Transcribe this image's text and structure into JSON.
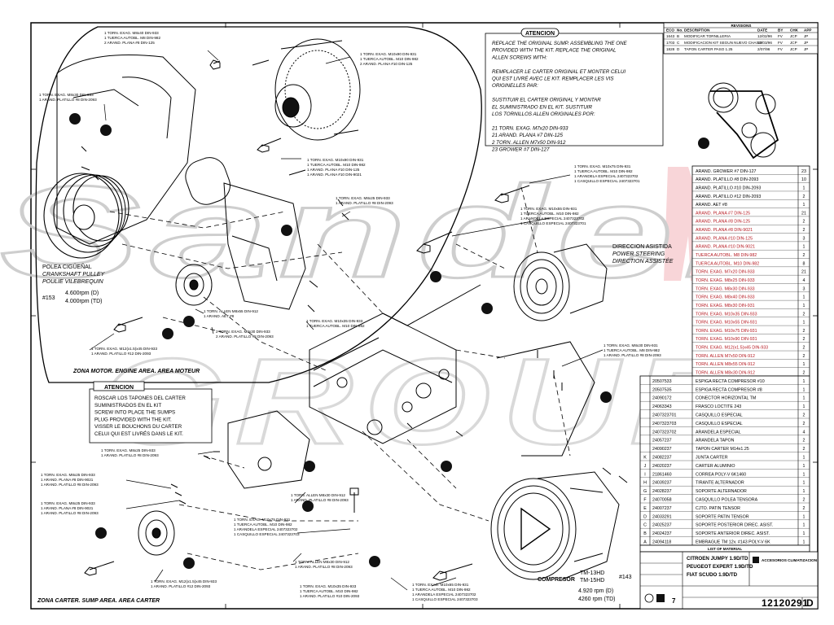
{
  "header_note": {
    "title": "ATENCION",
    "lines": [
      "REPLACE THE ORIGINAL SUMP. ASSEMBLING THE ONE",
      "PROVIDED WITH THE KIT. REPLACE THE ORIGINAL",
      "ALLEN SCREWS WITH:",
      "",
      "REMPLACER LE CARTER ORIGINAL ET MONTER CELUI",
      "QUI EST LIVRÉ AVEC LE KIT. REMPLACER LES VIS",
      "ORIGINELLES PAR:",
      "",
      "SUSTITUIR EL CARTER ORIGINAL Y MONTAR",
      "EL SUMINISTRADO EN EL KIT. SUSTITUIR",
      "LOS TORNILLOS ALLEN ORIGINALES POR:",
      "",
      "21 TORN. EXAG. M7x20 DIN-933",
      "21 ARAND. PLANA #7 DIN-125",
      "2 TORN. ALLEN M7x50 DIN-912",
      "23 GROWER #7 DIN-127"
    ]
  },
  "revisions": {
    "title": "REVISIONS",
    "headers": [
      "ECO",
      "No.",
      "DESCRIPTION",
      "DATE",
      "BY",
      "CHK",
      "APP"
    ],
    "rows": [
      [
        "1643",
        "B",
        "MODIFICAR TORNILLERIA",
        "12/02/96",
        "FV",
        "JCP",
        "JP"
      ],
      [
        "1703",
        "C",
        "MODIFICACION KIT SEGUN NUEVO CHASIS",
        "12/03/96",
        "FV",
        "JCP",
        "JP"
      ],
      [
        "1828",
        "D",
        "TAPON CARTER PASO 1.25",
        "2/07/96",
        "FV",
        "JCP",
        "JP"
      ]
    ]
  },
  "labels": {
    "engine_area": "ZONA MOTOR.   ENGINE AREA.   AREA MOTEUR",
    "sump_area": "ZONA CARTER.   SUMP AREA.   AREA CARTER",
    "compresor": "COMPRESOR",
    "power_steering": [
      "DIRECCION ASISTIDA",
      "POWER STEERING",
      "DIRECTION ASSISTÉE"
    ],
    "pulley": [
      "POLEA CIGÜEÑAL",
      "CRANKSHAFT PULLEY",
      "POULIE VILEBREQUIN"
    ],
    "pulley_ref": "#153",
    "pulley_rpm": [
      "4.600rpm (D)",
      "4.000rpm (TD)"
    ],
    "compressor_model": [
      "TM-13HD",
      "TM-15HD"
    ],
    "compressor_ref": "#143",
    "compressor_rpm": [
      "4.920 rpm (D)",
      "4260 rpm (TD)"
    ]
  },
  "attention_box": {
    "title": "ATENCION",
    "lines": [
      "ROSCAR LOS TAPONES  DEL CARTER",
      "SUMINISTRADOS EN EL KIT",
      "SCREW INTO PLACE THE SUMPS",
      "PLUG PROVIDED WITH THE KIT.",
      "VISSER LE BOUCHONS DU CARTER",
      "CELUI QUI EST LIVRÉS DANS LE KIT."
    ]
  },
  "callouts": [
    [
      "1 TORN. EXAG. M8x40 DIN-933",
      "1 TUERCA AUTOBL. M8 DIN-982",
      "2 ARAND. PLANA #8 DIN-125"
    ],
    [
      "1 TORN. EXAG. M10x90 DIN-931",
      "1 TUERCA AUTOBL. M10 DIN-982",
      "2 ARAND. PLANA #10 DIN-125"
    ],
    [
      "1 TORN. EXAG. M8x30 DIN-933",
      "1 ARAND. PLATILLO #8 DIN-2093"
    ],
    [
      "1 TORN. EXAG. M10x90 DIN-931",
      "1 TUERCA AUTOBL. M10 DIN-982",
      "1 ARAND. PLANA #10 DIN-125",
      "1 ARAND. PLANA #10 DIN-9021"
    ],
    [
      "1 TORN. EXAG. M10x75 DIN-931",
      "1 TUERCA AUTOBL. M10 DIN-982",
      "1 ARANDELA ESPECIAL 2407323702",
      "1 CASQUILLO ESPECIAL 2407323701"
    ],
    [
      "1 TORN. EXAG. M8x25 DIN-933",
      "1 ARAND. PLATILLO #8 DIN-2093"
    ],
    [
      "1 TORN. EXAG. M10x55 DIN-931",
      "1 TUERCA AUTOBL. M10 DIN-982",
      "1 ARANDELA ESPECIAL 2407323702",
      "1 CASQUILLO ESPECIAL 2407323701"
    ],
    [
      "1 TORN. ALLEN M8x55 DIN-912",
      "1 ARAND. AET #8"
    ],
    [
      "2 TORN. EXAG. M8x30 DIN-933",
      "2 ARAND. PLATILLO #8 DIN-2093"
    ],
    [
      "1 TORN. EXAG. M12(x1.5)x45 DIN-933",
      "1 ARAND. PLATILLO #12 DIN-2093"
    ],
    [
      "1 TORN. EXAG. M10x35 DIN-933",
      "1 TUERCA AUTOBL. M10 DIN-982"
    ],
    [
      "1 TORN. EXAG. M8x30 DIN-931",
      "1 TUERCA AUTOBL. M8 DIN-982",
      "1 ARAND. PLATILLO #8 DIN-2093"
    ],
    [
      "1 TORN. EXAG. M8x25 DIN-933",
      "1 ARAND. PLATILLO #8 DIN-2093"
    ],
    [
      "1 TORN. EXAG. M8x25 DIN-933",
      "1 ARAND. PLANA #8 DIN-9021",
      "1 ARAND. PLATILLO #8 DIN-2093"
    ],
    [
      "1 TORN. EXAG. M8x25 DIN-933",
      "1 ARAND. PLANA #8 DIN-9021",
      "1 ARAND. PLATILLO #8 DIN-2093"
    ],
    [
      "1 TORN. ALLEN M8x30 DIN-912",
      "1 ARAND. PLATILLO #8 DIN-2093"
    ],
    [
      "1 TORN. EXAG. M10x75 DIN-931",
      "1 TUERCA AUTOBL. M10 DIN-982",
      "1 ARANDELA ESPECIAL 2407323702",
      "1 CASQUILLO ESPECIAL 2407323703"
    ],
    [
      "1 TORN. ALLEN M8x30 DIN-912",
      "1 ARAND. PLATILLO #8 DIN-2093"
    ],
    [
      "1 TORN. EXAG. M12(x1.5)x45 DIN-933",
      "1 ARAND. PLATILLO #12 DIN-2093"
    ],
    [
      "1 TORN. EXAG. M10x35 DIN-933",
      "1 TUERCA AUTOBL. M10 DIN-982",
      "1 ARAND. PLATILLO #10 DIN-2093"
    ],
    [
      "1 TORN. EXAG. M10x65 DIN-931",
      "1 TUERCA AUTOBL. M10 DIN-982",
      "1 ARANDELA ESPECIAL 2407323702",
      "1 CASQUILLO ESPECIAL 2407323703"
    ]
  ],
  "bom_upper": [
    [
      "ARAND. GROWER #7 DIN-127",
      "23"
    ],
    [
      "ARAND. PLATILLO #8 DIN-2093",
      "10"
    ],
    [
      "ARAND. PLATILLO #10 DIN-2093",
      "1"
    ],
    [
      "ARAND. PLATILLO #12 DIN-2093",
      "2"
    ],
    [
      "ARAND. AET #8",
      "1"
    ],
    [
      "ARAND. PLANA #7 DIN-125",
      "21"
    ],
    [
      "ARAND. PLANA #8 DIN-125",
      "2"
    ],
    [
      "ARAND. PLANA #8 DIN-9021",
      "2"
    ],
    [
      "ARAND. PLANA #10 DIN-125",
      "3"
    ],
    [
      "ARAND. PLANA #10 DIN-9021",
      "1"
    ],
    [
      "TUERCA AUTOBL. M8 DIN-982",
      "2"
    ],
    [
      "TUERCA AUTOBL. M10 DIN-982",
      "8"
    ],
    [
      "TORN. EXAG. M7x20 DIN-933",
      "21"
    ],
    [
      "TORN. EXAG. M8x25 DIN-933",
      "4"
    ],
    [
      "TORN. EXAG. M8x30 DIN-933",
      "3"
    ],
    [
      "TORN. EXAG. M8x40 DIN-933",
      "1"
    ],
    [
      "TORN. EXAG. M8x30 DIN-931",
      "1"
    ],
    [
      "TORN. EXAG. M10x35 DIN-933",
      "2"
    ],
    [
      "TORN. EXAG. M10x55 DIN-931",
      "1"
    ],
    [
      "TORN. EXAG. M10x75 DIN-931",
      "2"
    ],
    [
      "TORN. EXAG. M10x90 DIN-931",
      "2"
    ],
    [
      "TORN. EXAG. M12(x1.5)x45 DIN-933",
      "2"
    ],
    [
      "TORN. ALLEN M7x50 DIN-912",
      "2"
    ],
    [
      "TORN. ALLEN M8x55 DIN-912",
      "1"
    ],
    [
      "TORN. ALLEN M8x30 DIN-912",
      "2"
    ]
  ],
  "bom_lower": [
    [
      "",
      "20507533",
      "ESPIGA RECTA COMPRESOR #10",
      "1"
    ],
    [
      "",
      "20507535",
      "ESPIGA RECTA COMPRESOR #8",
      "1"
    ],
    [
      "",
      "24090172",
      "CONECTOR HORIZONTAL TM",
      "1"
    ],
    [
      "",
      "24063343",
      "FRASCO LOCTITE 243",
      "1"
    ],
    [
      "",
      "2407323701",
      "CASQUILLO ESPECIAL",
      "2"
    ],
    [
      "",
      "2407323703",
      "CASQUILLO ESPECIAL",
      "2"
    ],
    [
      "",
      "2407323702",
      "ARANDELA ESPECIAL",
      "4"
    ],
    [
      "",
      "24057237",
      "ARANDELA TAPON",
      "2"
    ],
    [
      "",
      "24090237",
      "TAPON CARTER M14x1.25",
      "2"
    ],
    [
      "K",
      "24082237",
      "JUNTA CARTER",
      "1"
    ],
    [
      "J",
      "24020237",
      "CARTER ALUMINIO",
      "1"
    ],
    [
      "I",
      "21861460",
      "CORREA POLY-V 6K1460",
      "1"
    ],
    [
      "H",
      "24039237",
      "TIRANTE ALTERNADOR",
      "1"
    ],
    [
      "G",
      "24028237",
      "SOPORTE ALTERNADOR",
      "1"
    ],
    [
      "F",
      "24070058",
      "CASQUILLO POLEA TENSORA",
      "2"
    ],
    [
      "E",
      "24007237",
      "CJTO. PATIN TENSOR",
      "2"
    ],
    [
      "D",
      "24033291",
      "SOPORTE PATIN TENSOR",
      "1"
    ],
    [
      "C",
      "24025237",
      "SOPORTE POSTERIOR DIREC. ASIST.",
      "1"
    ],
    [
      "B",
      "24024237",
      "SOPORTE ANTERIOR DIREC. ASIST.",
      "1"
    ],
    [
      "A",
      "24094118",
      "EMBRAGUE TM 12v. #143 POLY-V 6K",
      "1"
    ]
  ],
  "title_block": {
    "list_header": "LIST OF MATERIAL",
    "vehicle": [
      "CITROEN JUMPY 1.9D/TD",
      "PEUGEOT EXPERT 1.9D/TD",
      "FIAT SCUDO 1.9D/TD"
    ],
    "company": "ACCESORIOS CLIMATIZACION",
    "sheet": "7",
    "drawing_number": "12120291",
    "revision": "D"
  },
  "watermark": "Sanden",
  "colors": {
    "line": "#000000",
    "watermark_outline": "#c9c9c9",
    "highlight_text": "#b5171f",
    "accent_red": "#f2b8bd",
    "accent_blue": "#a9d3ee"
  }
}
